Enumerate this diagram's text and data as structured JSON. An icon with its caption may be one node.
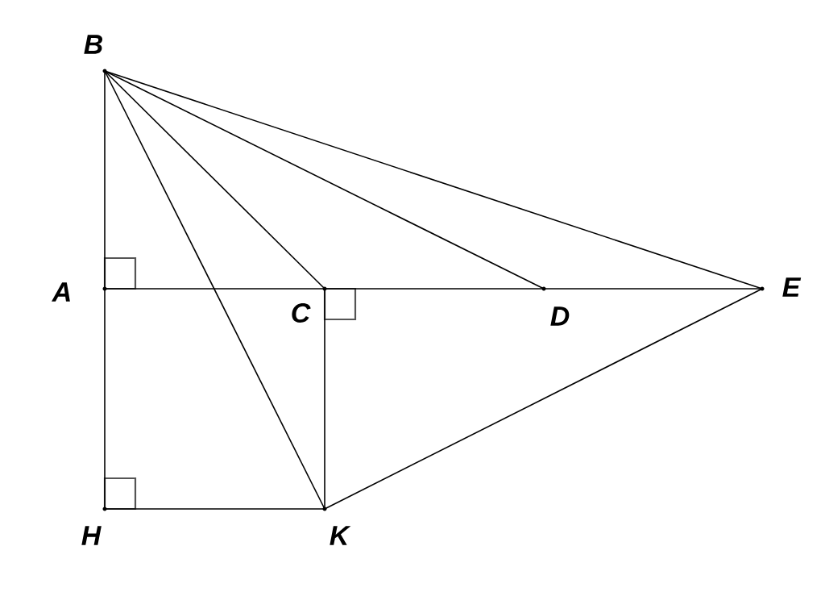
{
  "diagram": {
    "nodes": [
      {
        "text": [
          "B"
        ]
      },
      {
        "text": [
          "A"
        ]
      },
      {
        "text": [
          "C"
        ]
      },
      {
        "text": [
          "D"
        ]
      },
      {
        "text": [
          "E"
        ]
      },
      {
        "text": [
          "H"
        ]
      },
      {
        "text": [
          "K"
        ]
      }
    ],
    "edges": [
      {
        "from": 0,
        "to": 1,
        "arrow": "none"
      },
      {
        "from": 1,
        "to": 5,
        "arrow": "none"
      },
      {
        "from": 1,
        "to": 2,
        "arrow": "none"
      },
      {
        "from": 2,
        "to": 3,
        "arrow": "none"
      },
      {
        "from": 3,
        "to": 4,
        "arrow": "none"
      },
      {
        "from": 0,
        "to": 6,
        "arrow": "none"
      },
      {
        "from": 0,
        "to": 2,
        "arrow": "none"
      },
      {
        "from": 0,
        "to": 3,
        "arrow": "none"
      },
      {
        "from": 0,
        "to": 4,
        "arrow": "none"
      },
      {
        "from": 2,
        "to": 6,
        "arrow": "none"
      },
      {
        "from": 5,
        "to": 6,
        "arrow": "none"
      },
      {
        "from": 6,
        "to": 4,
        "arrow": "none"
      }
    ]
  }
}
